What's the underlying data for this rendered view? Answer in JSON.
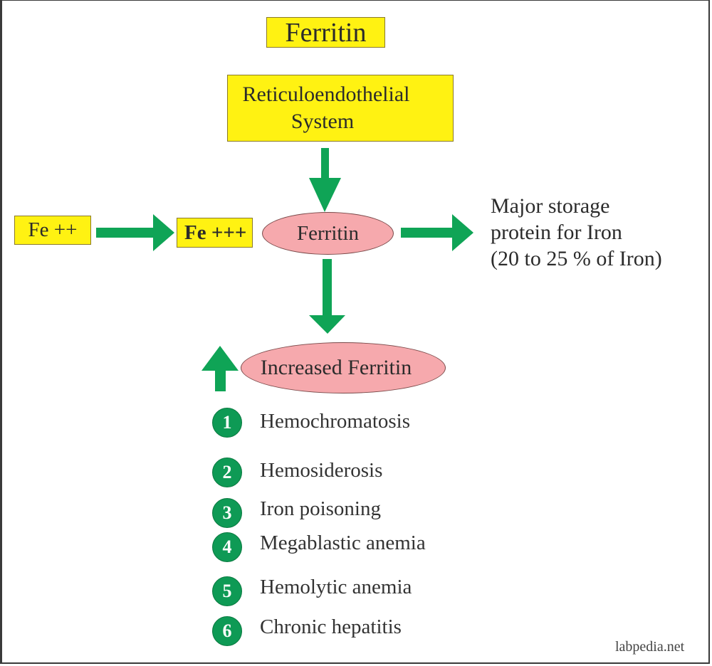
{
  "title": "Ferritin",
  "source_box": {
    "line1": "Reticuloendothelial",
    "line2": "System"
  },
  "fe2_label": "Fe ++",
  "fe3_label": "Fe +++",
  "center_node": "Ferritin",
  "description": {
    "line1": "Major storage",
    "line2": "protein for Iron",
    "line3": "(20 to 25 % of Iron)"
  },
  "increased_node": "Increased Ferritin",
  "causes": [
    {
      "num": "1",
      "label": "Hemochromatosis"
    },
    {
      "num": "2",
      "label": "Hemosiderosis"
    },
    {
      "num": "3",
      "label": "Iron poisoning"
    },
    {
      "num": "4",
      "label": "Megablastic anemia"
    },
    {
      "num": "5",
      "label": "Hemolytic anemia"
    },
    {
      "num": "6",
      "label": "Chronic hepatitis"
    }
  ],
  "watermark": "labpedia.net",
  "colors": {
    "box_yellow": "#fff212",
    "node_pink": "#f6a9ad",
    "arrow_green": "#0fa456",
    "badge_green": "#0e9a55"
  }
}
